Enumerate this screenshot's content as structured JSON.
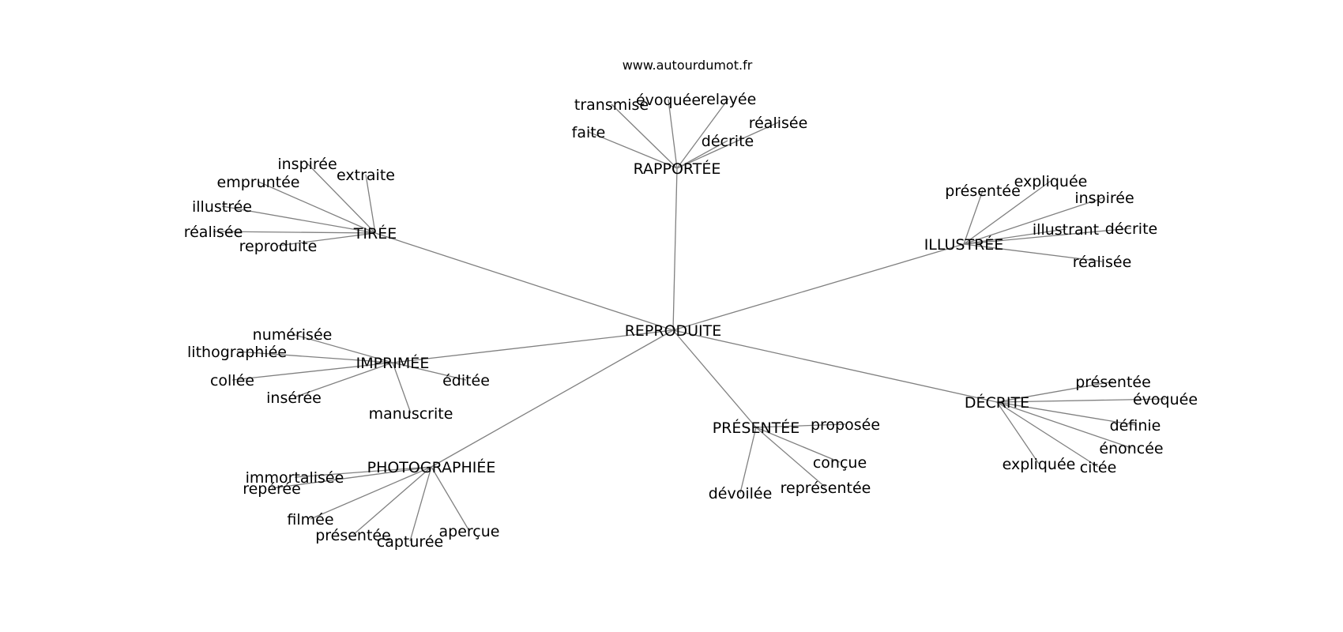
{
  "site_label": "www.autourdumot.fr",
  "root": "REPRODUITE",
  "groups": [
    {
      "hub": "RAPPORTÉE",
      "leaves": [
        "transmise",
        "évoquée",
        "relayée",
        "réalisée",
        "faite",
        "décrite"
      ]
    },
    {
      "hub": "TIRÉE",
      "leaves": [
        "inspirée",
        "empruntée",
        "extraite",
        "illustrée",
        "réalisée",
        "reproduite"
      ]
    },
    {
      "hub": "ILLUSTRÉE",
      "leaves": [
        "présentée",
        "expliquée",
        "inspirée",
        "illustrant",
        "décrite",
        "réalisée"
      ]
    },
    {
      "hub": "IMPRIMÉE",
      "leaves": [
        "numérisée",
        "lithographiée",
        "collée",
        "insérée",
        "éditée",
        "manuscrite"
      ]
    },
    {
      "hub": "DÉCRITE",
      "leaves": [
        "présentée",
        "évoquée",
        "définie",
        "énoncée",
        "expliquée",
        "citée"
      ]
    },
    {
      "hub": "PRÉSENTÉE",
      "leaves": [
        "proposée",
        "conçue",
        "dévoilée",
        "représentée"
      ]
    },
    {
      "hub": "PHOTOGRAPHIÉE",
      "leaves": [
        "immortalisée",
        "repérée",
        "filmée",
        "présentée",
        "capturée",
        "aperçue"
      ]
    }
  ]
}
